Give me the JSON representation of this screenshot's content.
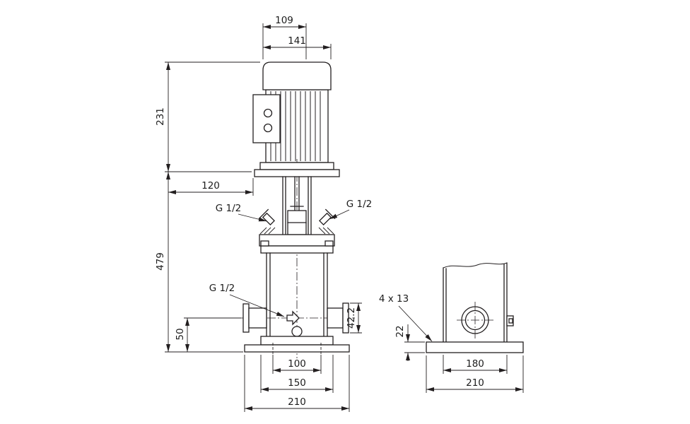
{
  "drawing": {
    "background": "#ffffff",
    "line_color": "#231f20",
    "front_view": {
      "dim_motor_top_width": "109",
      "dim_motor_width": "141",
      "dim_motor_height": "231",
      "dim_head_depth": "120",
      "dim_pump_height": "479",
      "label_vent_left": "G 1/2",
      "label_vent_right": "G 1/2",
      "label_drain": "G 1/2",
      "dim_port_height": "50",
      "dim_port_flange": "42.2",
      "dim_hole_span": "100",
      "dim_flange_span": "150",
      "dim_base_width": "210"
    },
    "side_view": {
      "label_foot_holes": "4 x 13",
      "dim_base_thickness": "22",
      "dim_hole_span": "180",
      "dim_base_width": "210"
    }
  }
}
